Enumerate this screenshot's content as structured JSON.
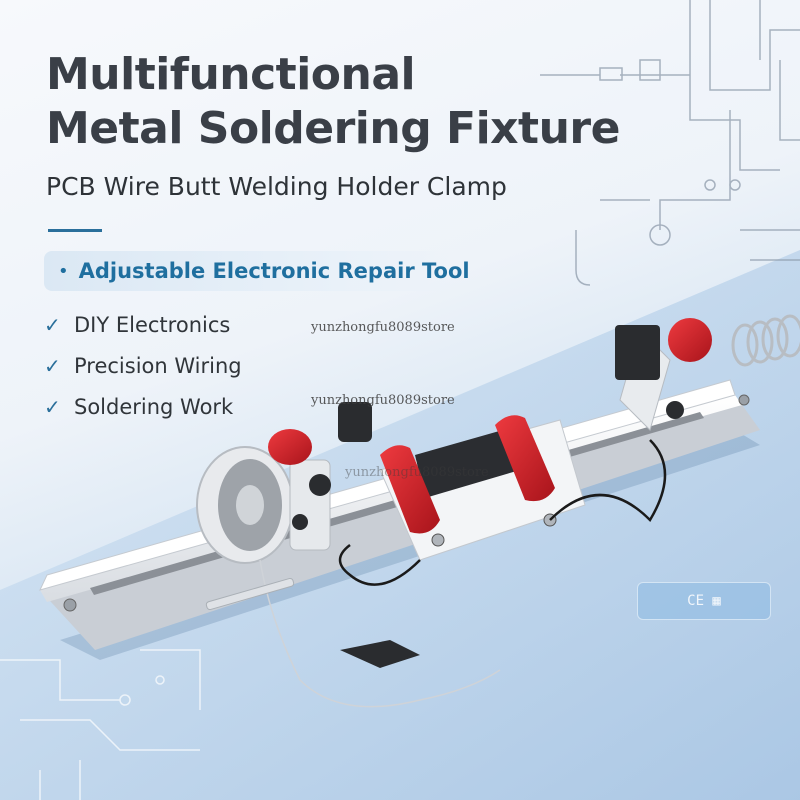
{
  "hero": {
    "title_line1": "Multifunctional",
    "title_line2": "Metal Soldering Fixture",
    "subtitle": "PCB Wire Butt Welding Holder Clamp",
    "highlight": "Adjustable Electronic Repair Tool"
  },
  "features": [
    {
      "label": "DIY Electronics",
      "icon": "check-icon"
    },
    {
      "label": "Precision Wiring",
      "icon": "check-icon"
    },
    {
      "label": "Soldering Work",
      "icon": "check-icon"
    }
  ],
  "watermarks": [
    "yunzhongfu8089store",
    "yunzhongfu8089store",
    "yunzhongfu8089store"
  ],
  "badge_text": "CE ▦",
  "colors": {
    "title": "#3a3f47",
    "accent": "#1f6f9f",
    "clamp_red": "#d0202a",
    "rail": "#f2f4f6"
  }
}
